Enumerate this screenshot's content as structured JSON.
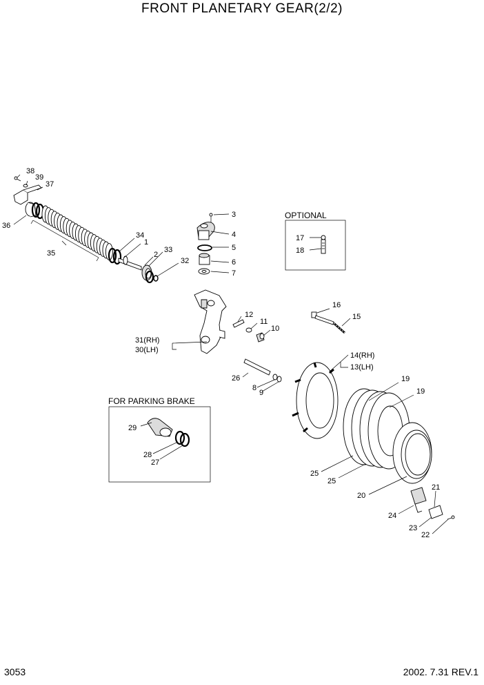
{
  "title": "FRONT PLANETARY GEAR(2/2)",
  "page_number": "3053",
  "revision": "2002. 7.31  REV.1",
  "boxes": {
    "optional": "OPTIONAL",
    "parking": "FOR PARKING BRAKE"
  },
  "labels": {
    "p38": "38",
    "p39": "39",
    "p37": "37",
    "p36": "36",
    "p35": "35",
    "p34": "34",
    "p1": "1",
    "p33": "33",
    "p2": "2",
    "p32": "32",
    "p3": "3",
    "p4": "4",
    "p5": "5",
    "p6": "6",
    "p7": "7",
    "p17": "17",
    "p18": "18",
    "p16": "16",
    "p15": "15",
    "p12": "12",
    "p11": "11",
    "p10": "10",
    "p31": "31(RH)",
    "p30": "30(LH)",
    "p14": "14(RH)",
    "p13": "13(LH)",
    "p26": "26",
    "p8": "8",
    "p9": "9",
    "p19a": "19",
    "p19b": "19",
    "p29": "29",
    "p28": "28",
    "p27": "27",
    "p25a": "25",
    "p25b": "25",
    "p20": "20",
    "p21": "21",
    "p24": "24",
    "p23": "23",
    "p22": "22"
  }
}
